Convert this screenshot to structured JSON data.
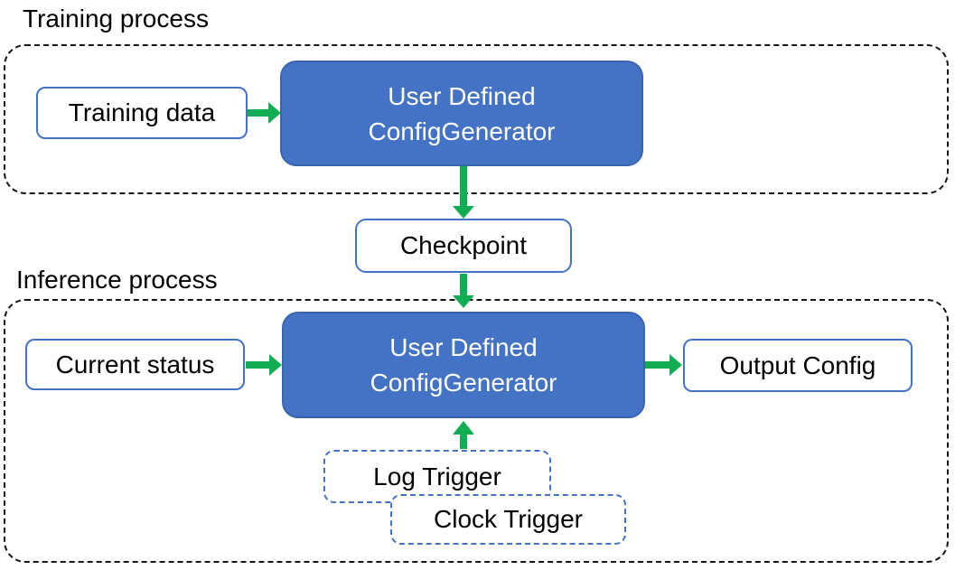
{
  "colors": {
    "node_fill_blue": "#4472C4",
    "node_border_blue": "#3A64AE",
    "outline_blue": "#4472C4",
    "arrow_green": "#10AD53",
    "container_dash_black": "#151515",
    "text_black": "#000000",
    "text_white": "#ffffff"
  },
  "sections": {
    "training": {
      "label": "Training process"
    },
    "inference": {
      "label": "Inference process"
    }
  },
  "nodes": {
    "training_data": {
      "label": "Training data"
    },
    "config_generator_training": {
      "line1": "User Defined",
      "line2": "ConfigGenerator"
    },
    "checkpoint": {
      "label": "Checkpoint"
    },
    "current_status": {
      "label": "Current status"
    },
    "config_generator_inference": {
      "line1": "User Defined",
      "line2": "ConfigGenerator"
    },
    "output_config": {
      "label": "Output Config"
    },
    "log_trigger": {
      "label": "Log Trigger"
    },
    "clock_trigger": {
      "label": "Clock Trigger"
    }
  },
  "edges": [
    {
      "from": "Training data",
      "to": "User Defined ConfigGenerator (training)",
      "direction": "right"
    },
    {
      "from": "User Defined ConfigGenerator (training)",
      "to": "Checkpoint",
      "direction": "down"
    },
    {
      "from": "Checkpoint",
      "to": "User Defined ConfigGenerator (inference)",
      "direction": "down"
    },
    {
      "from": "Current status",
      "to": "User Defined ConfigGenerator (inference)",
      "direction": "right"
    },
    {
      "from": "User Defined ConfigGenerator (inference)",
      "to": "Output Config",
      "direction": "right"
    },
    {
      "from": "Log Trigger / Clock Trigger",
      "to": "User Defined ConfigGenerator (inference)",
      "direction": "up"
    }
  ]
}
